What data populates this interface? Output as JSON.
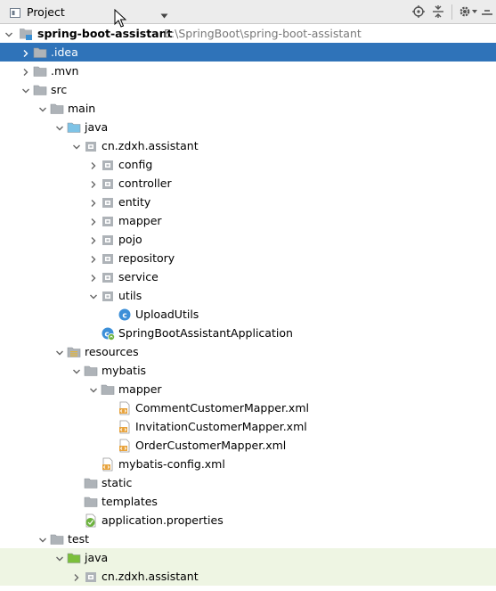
{
  "header": {
    "title": "Project",
    "icons": [
      "project-icon",
      "dropdown-icon",
      "locate-icon",
      "collapse-icon",
      "gear-icon",
      "hide-icon"
    ]
  },
  "colors": {
    "selection": "#2f73b9",
    "test_bg": "#eef5e3",
    "folder": "#aeb3b8",
    "java_folder": "#7ec3e6",
    "test_folder": "#7bbf3a",
    "class_icon": "#3c8fd8",
    "xml_icon": "#e8a33c"
  },
  "tree": [
    {
      "label": "spring-boot-assistant",
      "path": "E:\\SpringBoot\\spring-boot-assistant",
      "depth": 0,
      "expand": "open",
      "icon": "module",
      "bold": true
    },
    {
      "label": ".idea",
      "depth": 1,
      "expand": "closed",
      "icon": "folder",
      "selected": true
    },
    {
      "label": ".mvn",
      "depth": 1,
      "expand": "closed",
      "icon": "folder"
    },
    {
      "label": "src",
      "depth": 1,
      "expand": "open",
      "icon": "folder"
    },
    {
      "label": "main",
      "depth": 2,
      "expand": "open",
      "icon": "folder"
    },
    {
      "label": "java",
      "depth": 3,
      "expand": "open",
      "icon": "java-folder"
    },
    {
      "label": "cn.zdxh.assistant",
      "depth": 4,
      "expand": "open",
      "icon": "package"
    },
    {
      "label": "config",
      "depth": 5,
      "expand": "closed",
      "icon": "package"
    },
    {
      "label": "controller",
      "depth": 5,
      "expand": "closed",
      "icon": "package"
    },
    {
      "label": "entity",
      "depth": 5,
      "expand": "closed",
      "icon": "package"
    },
    {
      "label": "mapper",
      "depth": 5,
      "expand": "closed",
      "icon": "package"
    },
    {
      "label": "pojo",
      "depth": 5,
      "expand": "closed",
      "icon": "package"
    },
    {
      "label": "repository",
      "depth": 5,
      "expand": "closed",
      "icon": "package"
    },
    {
      "label": "service",
      "depth": 5,
      "expand": "closed",
      "icon": "package"
    },
    {
      "label": "utils",
      "depth": 5,
      "expand": "open",
      "icon": "package"
    },
    {
      "label": "UploadUtils",
      "depth": 6,
      "expand": "none",
      "icon": "class"
    },
    {
      "label": "SpringBootAssistantApplication",
      "depth": 5,
      "expand": "none",
      "icon": "spring-class"
    },
    {
      "label": "resources",
      "depth": 3,
      "expand": "open",
      "icon": "resources-folder"
    },
    {
      "label": "mybatis",
      "depth": 4,
      "expand": "open",
      "icon": "folder"
    },
    {
      "label": "mapper",
      "depth": 5,
      "expand": "open",
      "icon": "folder"
    },
    {
      "label": "CommentCustomerMapper.xml",
      "depth": 6,
      "expand": "none",
      "icon": "xml"
    },
    {
      "label": "InvitationCustomerMapper.xml",
      "depth": 6,
      "expand": "none",
      "icon": "xml"
    },
    {
      "label": "OrderCustomerMapper.xml",
      "depth": 6,
      "expand": "none",
      "icon": "xml"
    },
    {
      "label": "mybatis-config.xml",
      "depth": 5,
      "expand": "none",
      "icon": "xml"
    },
    {
      "label": "static",
      "depth": 4,
      "expand": "none",
      "icon": "folder"
    },
    {
      "label": "templates",
      "depth": 4,
      "expand": "none",
      "icon": "folder"
    },
    {
      "label": "application.properties",
      "depth": 4,
      "expand": "none",
      "icon": "properties"
    },
    {
      "label": "test",
      "depth": 2,
      "expand": "open",
      "icon": "folder"
    },
    {
      "label": "java",
      "depth": 3,
      "expand": "open",
      "icon": "test-folder",
      "test": true
    },
    {
      "label": "cn.zdxh.assistant",
      "depth": 4,
      "expand": "closed",
      "icon": "package",
      "test": true
    }
  ]
}
